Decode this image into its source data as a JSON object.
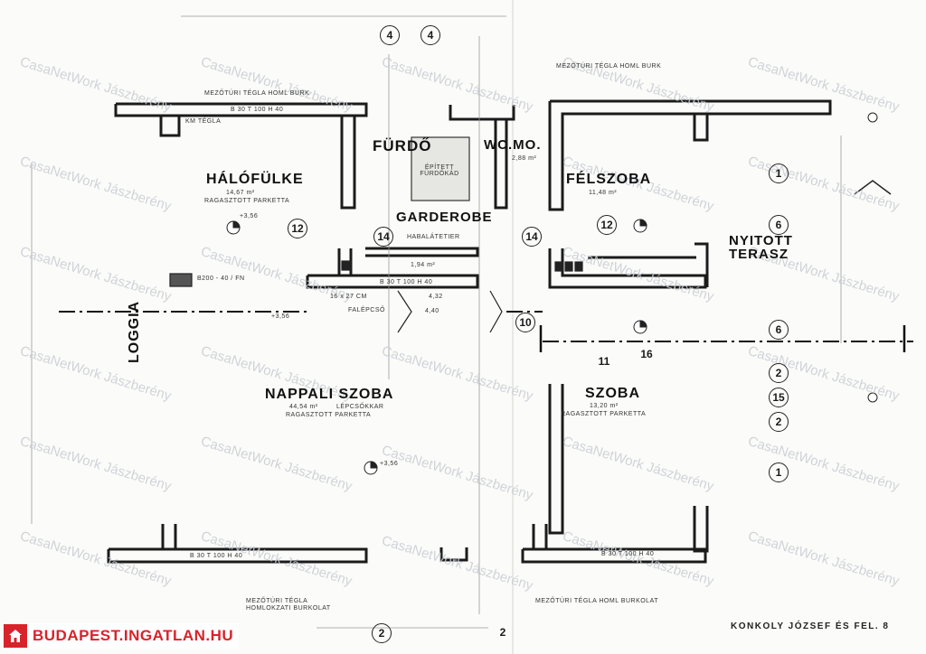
{
  "rooms": {
    "halofulke": {
      "name": "HÁLÓFÜLKE",
      "area": "14,67 m²",
      "floor": "RAGASZTOTT PARKETTA"
    },
    "furdo": {
      "name": "FÜRDŐ",
      "fixture": "ÉPÍTETT FÜRDŐKÁD"
    },
    "wc": {
      "name": "WC.MO.",
      "area": "2,88 m²"
    },
    "felszoba": {
      "name": "FÉLSZOBA",
      "area": "11,48 m²"
    },
    "garderobe": {
      "name": "GARDEROBE",
      "note": "HABALÁTETIER"
    },
    "terasz": {
      "name_line1": "NYITOTT",
      "name_line2": "TERASZ"
    },
    "loggia": {
      "name": "LOGGIA"
    },
    "nappali": {
      "name": "NAPPALI SZOBA",
      "area": "44,54 m²",
      "note": "LÉPCSŐKKAR",
      "floor": "RAGASZTOTT PARKETTA"
    },
    "szoba": {
      "name": "SZOBA",
      "area": "13,20 m²",
      "floor": "RAGASZTOTT PARKETTA"
    }
  },
  "annotations": {
    "wall_top_left": "MEZŐTÚRI TÉGLA HOML BURK",
    "wall_top_right": "MEZŐTÚRI TÉGLA HOML BURK",
    "wall_bottom_left": "MEZŐTÚRI TÉGLA",
    "wall_bottom_left2": "HOMLOKZATI BURKOLAT",
    "wall_bottom_right": "MEZŐTÚRI TÉGLA HOML BURKOLAT",
    "beam1": "B 30  T 100  H 40",
    "beam2": "B 30  T 100  H 40",
    "beam3": "B 30  T 100  H 40",
    "beam4": "B 30  T 100  H 40",
    "km_tegla": "KM TÉGLA",
    "stair": "16 x 27 CM",
    "stair_area": "1,94 m²",
    "level1": "+3,56",
    "level2": "+3,56",
    "level3": "+3,56",
    "falepcso": "FALÉPCSŐ",
    "b200": "B200 - 40 / FN",
    "dim1": "4,32",
    "dim2": "4,40"
  },
  "axis_markers": [
    "4",
    "4",
    "1",
    "6",
    "6",
    "2",
    "15",
    "2",
    "1",
    "12",
    "12",
    "14",
    "14",
    "10",
    "11",
    "16",
    "2",
    "2"
  ],
  "watermark": "CasaNetWork Jászberény",
  "logo": {
    "text": "BUDAPEST.INGATLAN.HU"
  },
  "signature": {
    "line1": "KONKOLY JÓZSEF  ÉS  FEL. 8"
  }
}
